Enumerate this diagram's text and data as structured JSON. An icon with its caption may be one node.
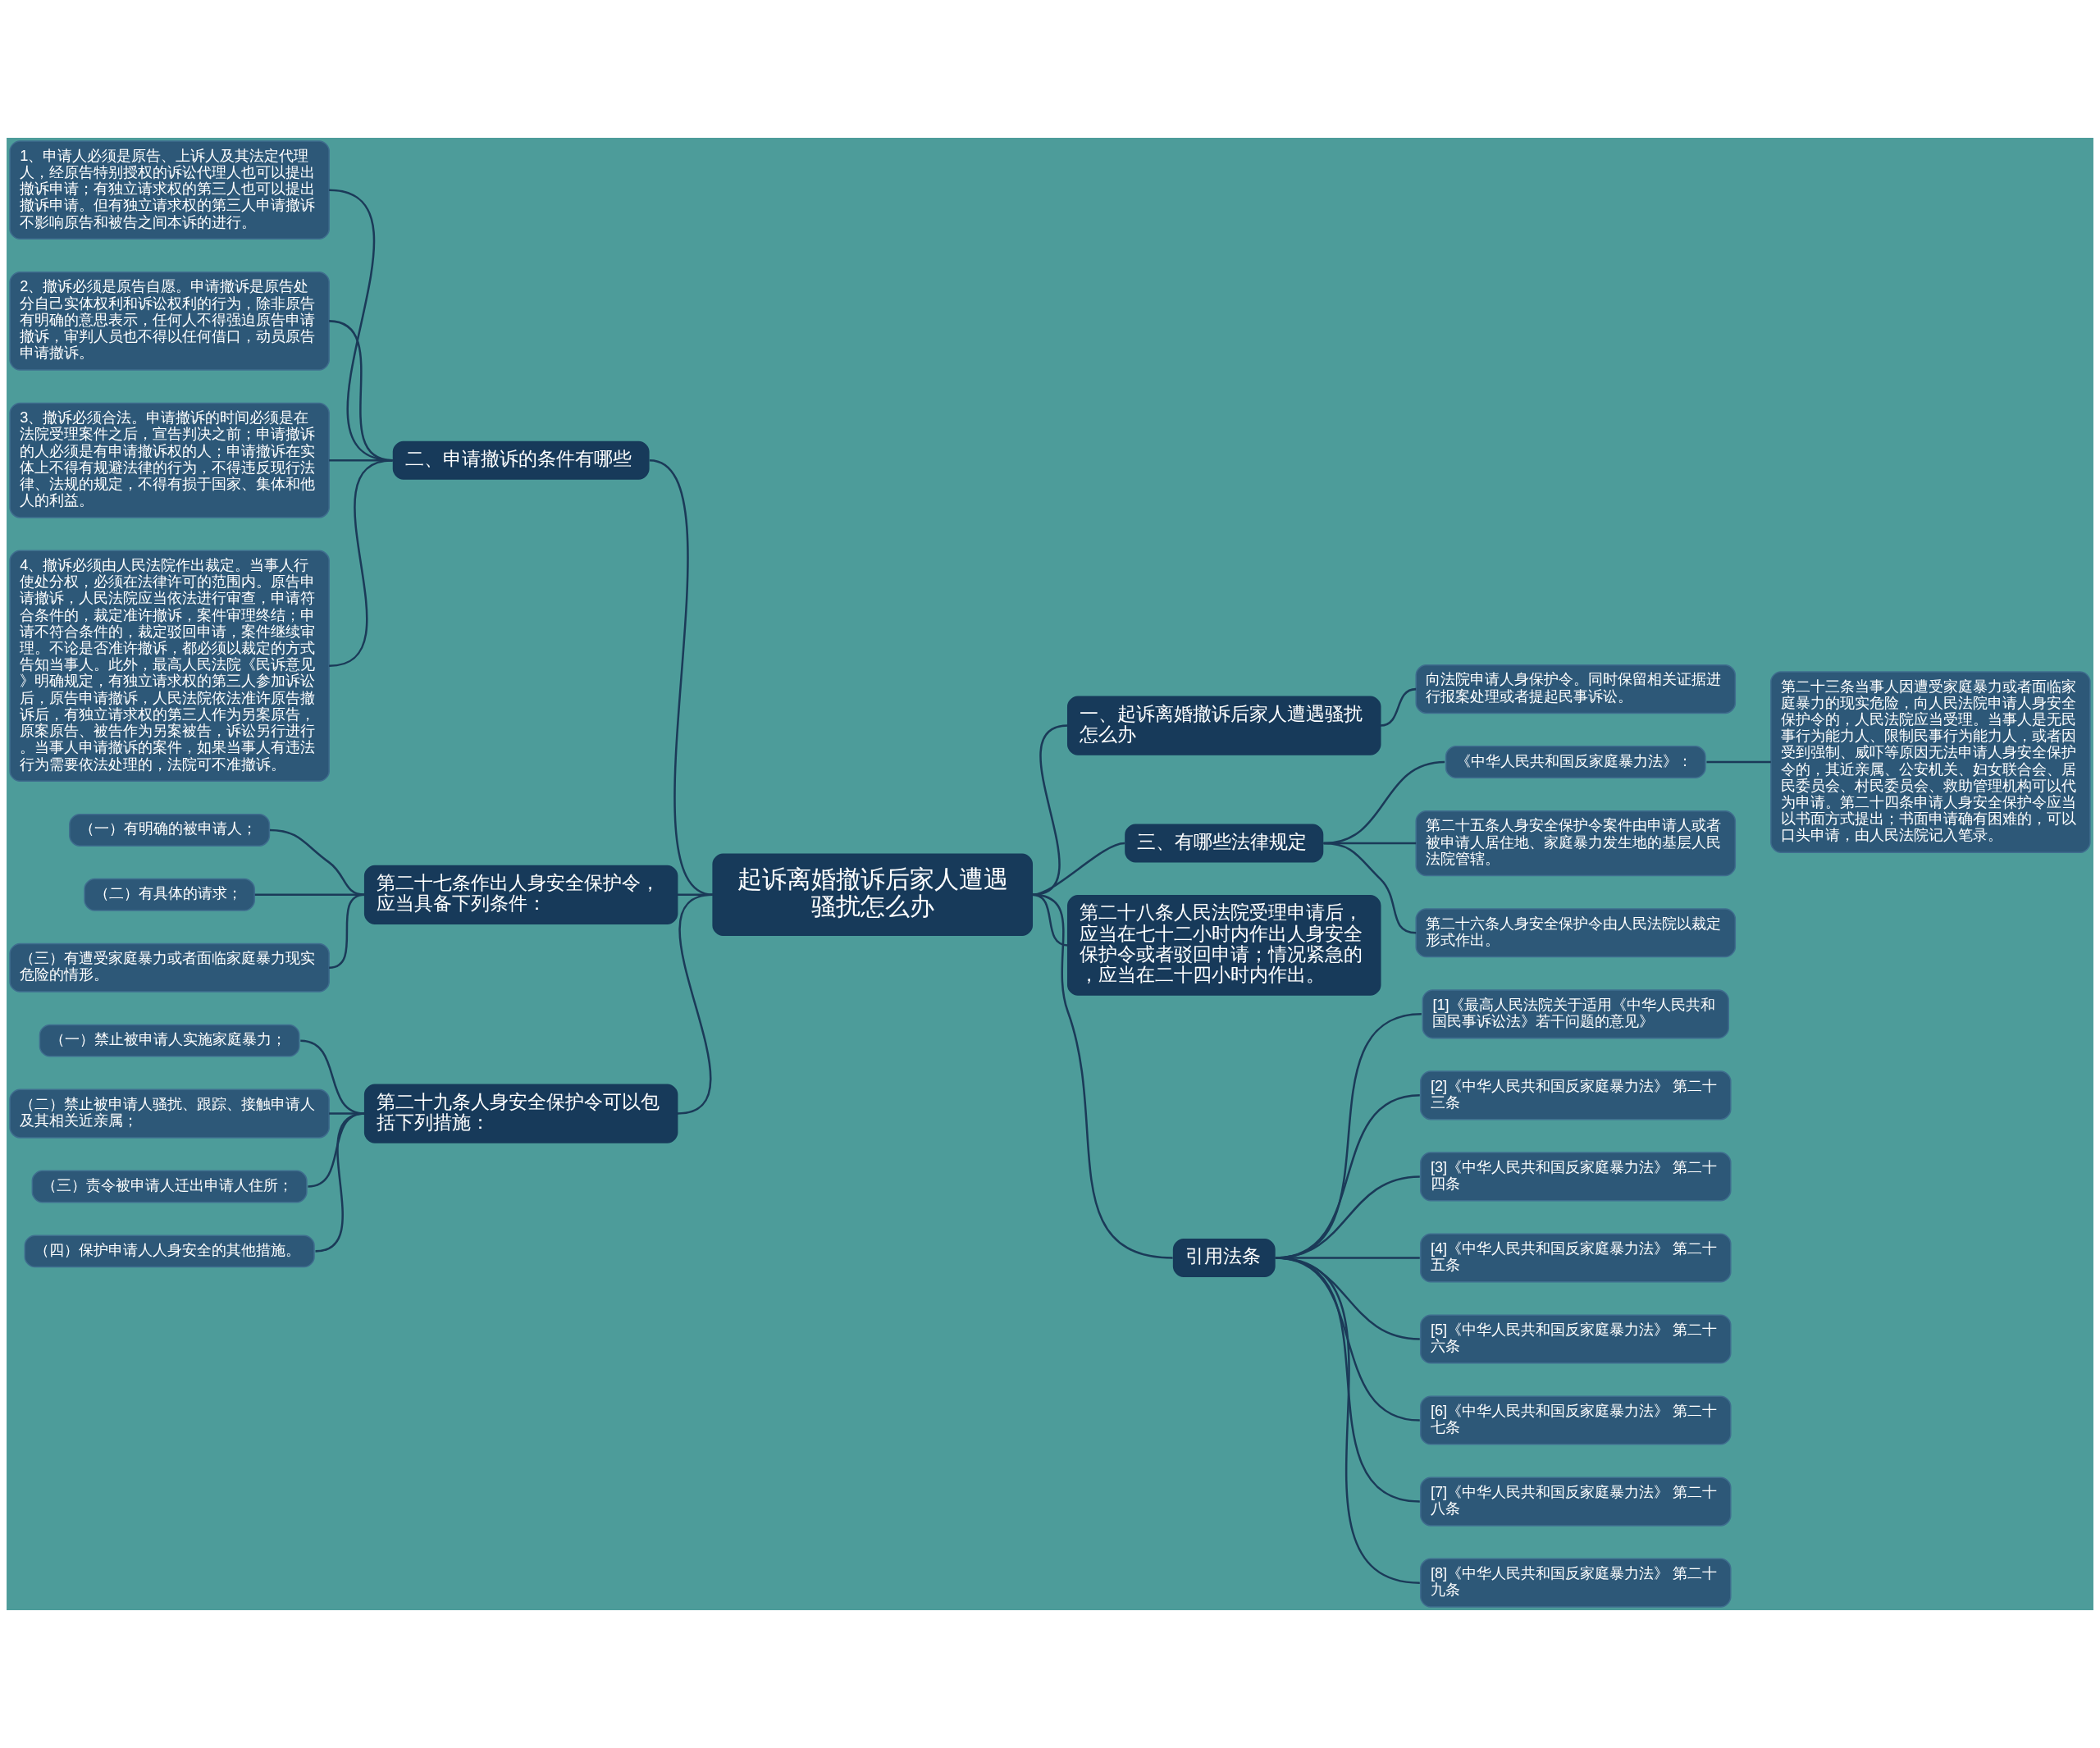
{
  "diagram": {
    "nodes": [
      {
        "text": [
          "起诉离婚撤诉后家人遭遇骚扰怎么办"
        ]
      },
      {
        "text": [
          "一、起诉离婚撤诉后家人遭遇骚扰怎么办"
        ]
      },
      {
        "text": [
          "向法院申请人身保护令。同时保留相关证据进行报案处理或者提起民事诉讼。"
        ]
      },
      {
        "text": [
          "三、有哪些法律规定"
        ]
      },
      {
        "text": [
          "《中华人民共和国反家庭暴力法》："
        ]
      },
      {
        "text": [
          "第二十三条当事人因遭受家庭暴力或者面临家庭暴力的现实危险，向人民法院申请人身安全保护令的，人民法院应当受理。当事人是无民事行为能力人、限制民事行为能力人，或者因受到强制、威吓等原因无法申请人身安全保护令的，其近亲属、公安机关、妇女联合会、居民委员会、村民委员会、救助管理机构可以代为申请。第二十四条申请人身安全保护令应当以书面方式提出；书面申请确有困难的，可以口头申请，由人民法院记入笔录。"
        ]
      },
      {
        "text": [
          "第二十五条人身安全保护令案件由申请人或者被申请人居住地、家庭暴力发生地的基层人民法院管辖。"
        ]
      },
      {
        "text": [
          "第二十六条人身安全保护令由人民法院以裁定形式作出。"
        ]
      },
      {
        "text": [
          "第二十八条人民法院受理申请后，应当在七十二小时内作出人身安全保护令或者驳回申请；情况紧急的，应当在二十四小时内作出。"
        ]
      },
      {
        "text": [
          "引用法条"
        ]
      },
      {
        "text": [
          "[1]《最高人民法院关于适用《中华人民共和国民事诉讼法》若干问题的意见》"
        ]
      },
      {
        "text": [
          "[2]《中华人民共和国反家庭暴力法》 第二十三条"
        ]
      },
      {
        "text": [
          "[3]《中华人民共和国反家庭暴力法》 第二十四条"
        ]
      },
      {
        "text": [
          "[4]《中华人民共和国反家庭暴力法》 第二十五条"
        ]
      },
      {
        "text": [
          "[5]《中华人民共和国反家庭暴力法》 第二十六条"
        ]
      },
      {
        "text": [
          "[6]《中华人民共和国反家庭暴力法》 第二十七条"
        ]
      },
      {
        "text": [
          "[7]《中华人民共和国反家庭暴力法》 第二十八条"
        ]
      },
      {
        "text": [
          "[8]《中华人民共和国反家庭暴力法》 第二十九条"
        ]
      },
      {
        "text": [
          "二、申请撤诉的条件有哪些"
        ]
      },
      {
        "text": [
          "1、申请人必须是原告、上诉人及其法定代理人，经原告特别授权的诉讼代理人也可以提出撤诉申请；有独立请求权的第三人也可以提出撤诉申请。但有独立请求权的第三人申请撤诉不影响原告和被告之间本诉的进行。"
        ]
      },
      {
        "text": [
          "2、撤诉必须是原告自愿。申请撤诉是原告处分自己实体权利和诉讼权利的行为，除非原告有明确的意思表示，任何人不得强迫原告申请撤诉，审判人员也不得以任何借口，动员原告申请撤诉。"
        ]
      },
      {
        "text": [
          "3、撤诉必须合法。申请撤诉的时间必须是在法院受理案件之后，宣告判决之前；申请撤诉的人必须是有申请撤诉权的人；申请撤诉在实体上不得有规避法律的行为，不得违反现行法律、法规的规定，不得有损于国家、集体和他人的利益。"
        ]
      },
      {
        "text": [
          "4、撤诉必须由人民法院作出裁定。当事人行使处分权，必须在法律许可的范围内。原告申请撤诉，人民法院应当依法进行审查，申请符合条件的，裁定准许撤诉，案件审理终结；申请不符合条件的，裁定驳回申请，案件继续审理。不论是否准许撤诉，都必须以裁定的方式告知当事人。此外，最高人民法院《民诉意见》明确规定，有独立请求权的第三人参加诉讼后，原告申请撤诉，人民法院依法准许原告撤诉后，有独立请求权的第三人作为另案原告，原案原告、被告作为另案被告，诉讼另行进行。当事人申请撤诉的案件，如果当事人有违法行为需要依法处理的，法院可不准撤诉。"
        ]
      },
      {
        "text": [
          "第二十七条作出人身安全保护令，应当具备下列条件："
        ]
      },
      {
        "text": [
          "（一）有明确的被申请人；"
        ]
      },
      {
        "text": [
          "（二）有具体的请求；"
        ]
      },
      {
        "text": [
          "（三）有遭受家庭暴力或者面临家庭暴力现实危险的情形。"
        ]
      },
      {
        "text": [
          "第二十九条人身安全保护令可以包括下列措施："
        ]
      },
      {
        "text": [
          "（一）禁止被申请人实施家庭暴力；"
        ]
      },
      {
        "text": [
          "（二）禁止被申请人骚扰、跟踪、接触申请人及其相关近亲属；"
        ]
      },
      {
        "text": [
          "（三）责令被申请人迁出申请人住所；"
        ]
      },
      {
        "text": [
          "（四）保护申请人人身安全的其他措施。"
        ]
      }
    ],
    "edges": [
      {
        "from": 0,
        "to": 1,
        "arrow": "none"
      },
      {
        "from": 1,
        "to": 2,
        "arrow": "none"
      },
      {
        "from": 0,
        "to": 3,
        "arrow": "none"
      },
      {
        "from": 3,
        "to": 4,
        "arrow": "none"
      },
      {
        "from": 4,
        "to": 5,
        "arrow": "none"
      },
      {
        "from": 3,
        "to": 6,
        "arrow": "none"
      },
      {
        "from": 3,
        "to": 7,
        "arrow": "none"
      },
      {
        "from": 0,
        "to": 8,
        "arrow": "none"
      },
      {
        "from": 0,
        "to": 9,
        "arrow": "none"
      },
      {
        "from": 9,
        "to": 10,
        "arrow": "none"
      },
      {
        "from": 9,
        "to": 11,
        "arrow": "none"
      },
      {
        "from": 9,
        "to": 12,
        "arrow": "none"
      },
      {
        "from": 9,
        "to": 13,
        "arrow": "none"
      },
      {
        "from": 9,
        "to": 14,
        "arrow": "none"
      },
      {
        "from": 9,
        "to": 15,
        "arrow": "none"
      },
      {
        "from": 9,
        "to": 16,
        "arrow": "none"
      },
      {
        "from": 9,
        "to": 17,
        "arrow": "none"
      },
      {
        "from": 18,
        "to": 0,
        "arrow": "none"
      },
      {
        "from": 19,
        "to": 18,
        "arrow": "none"
      },
      {
        "from": 20,
        "to": 18,
        "arrow": "none"
      },
      {
        "from": 21,
        "to": 18,
        "arrow": "none"
      },
      {
        "from": 22,
        "to": 18,
        "arrow": "none"
      },
      {
        "from": 23,
        "to": 0,
        "arrow": "none"
      },
      {
        "from": 24,
        "to": 23,
        "arrow": "none"
      },
      {
        "from": 25,
        "to": 23,
        "arrow": "none"
      },
      {
        "from": 26,
        "to": 23,
        "arrow": "none"
      },
      {
        "from": 27,
        "to": 0,
        "arrow": "none"
      },
      {
        "from": 28,
        "to": 27,
        "arrow": "none"
      },
      {
        "from": 29,
        "to": 27,
        "arrow": "none"
      },
      {
        "from": 30,
        "to": 27,
        "arrow": "none"
      },
      {
        "from": 31,
        "to": 27,
        "arrow": "none"
      }
    ]
  }
}
